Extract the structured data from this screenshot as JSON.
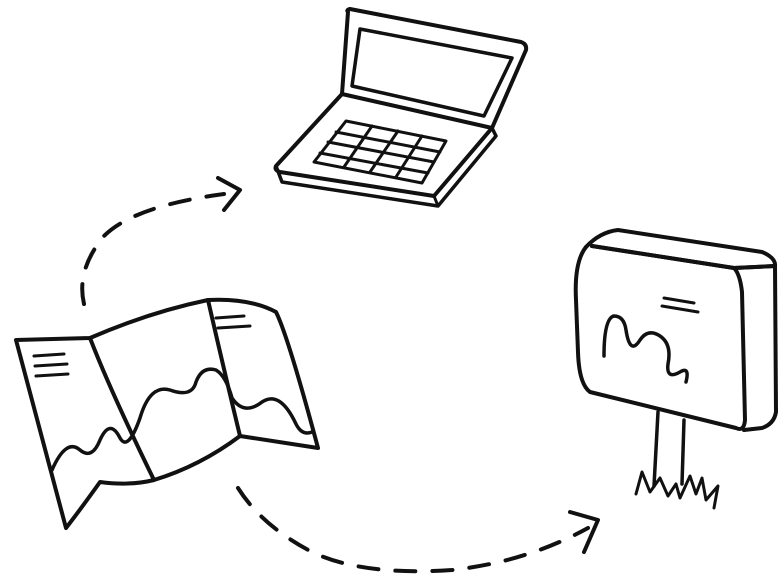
{
  "diagram": {
    "style": "hand-drawn sketch",
    "colors": {
      "ink": "#111111",
      "background": "#ffffff"
    },
    "nodes": [
      {
        "id": "laptop",
        "icon": "laptop-icon",
        "label": ""
      },
      {
        "id": "signboard",
        "icon": "signboard-icon",
        "label": ""
      },
      {
        "id": "folded-map",
        "icon": "folded-map-icon",
        "label": ""
      }
    ],
    "edges": [
      {
        "from": "folded-map",
        "to": "laptop",
        "line": "dashed",
        "arrow": "end"
      },
      {
        "from": "folded-map",
        "to": "signboard",
        "line": "dashed",
        "arrow": "end"
      }
    ]
  }
}
